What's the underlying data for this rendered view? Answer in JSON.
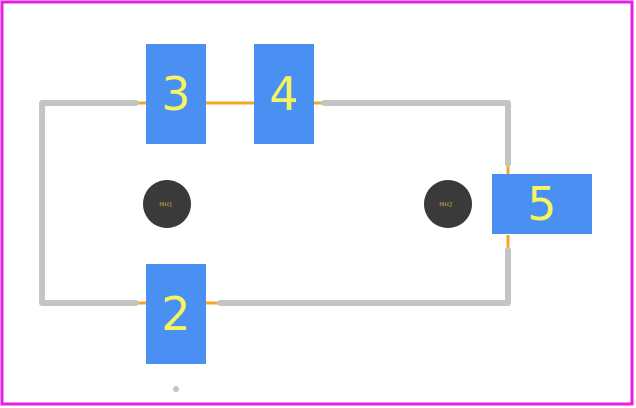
{
  "colors": {
    "board_outline": "#e61ee6",
    "silkscreen": "#c4c4c4",
    "copper_trace": "#f5a623",
    "pad_fill": "#4a8ff2",
    "pad_label": "#f5f560",
    "hole_fill": "#3a3a3a",
    "hole_label": "#c8a24a",
    "background": "#ffffff"
  },
  "pads": [
    {
      "id": "pad-3",
      "label": "3"
    },
    {
      "id": "pad-4",
      "label": "4"
    },
    {
      "id": "pad-5",
      "label": "5"
    },
    {
      "id": "pad-2",
      "label": "2"
    }
  ],
  "holes": [
    {
      "id": "hole-mh1",
      "label": "MH1"
    },
    {
      "id": "hole-mh2",
      "label": "MH2"
    }
  ]
}
